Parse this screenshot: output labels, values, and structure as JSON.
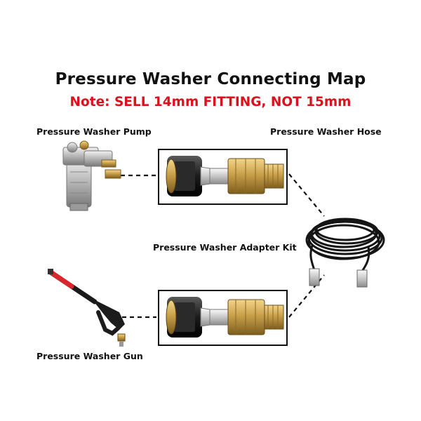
{
  "diagram": {
    "title": "Pressure Washer Connecting Map",
    "note": "Note: SELL 14mm FITTING, NOT 15mm",
    "labels": {
      "pump": "Pressure Washer Pump",
      "hose": "Pressure Washer Hose",
      "adapter_kit": "Pressure Washer Adapter Kit",
      "gun": "Pressure Washer Gun"
    },
    "colors": {
      "note": "#d9121b",
      "brass": "#c9a04a",
      "gun_accent": "#d8262b"
    }
  }
}
